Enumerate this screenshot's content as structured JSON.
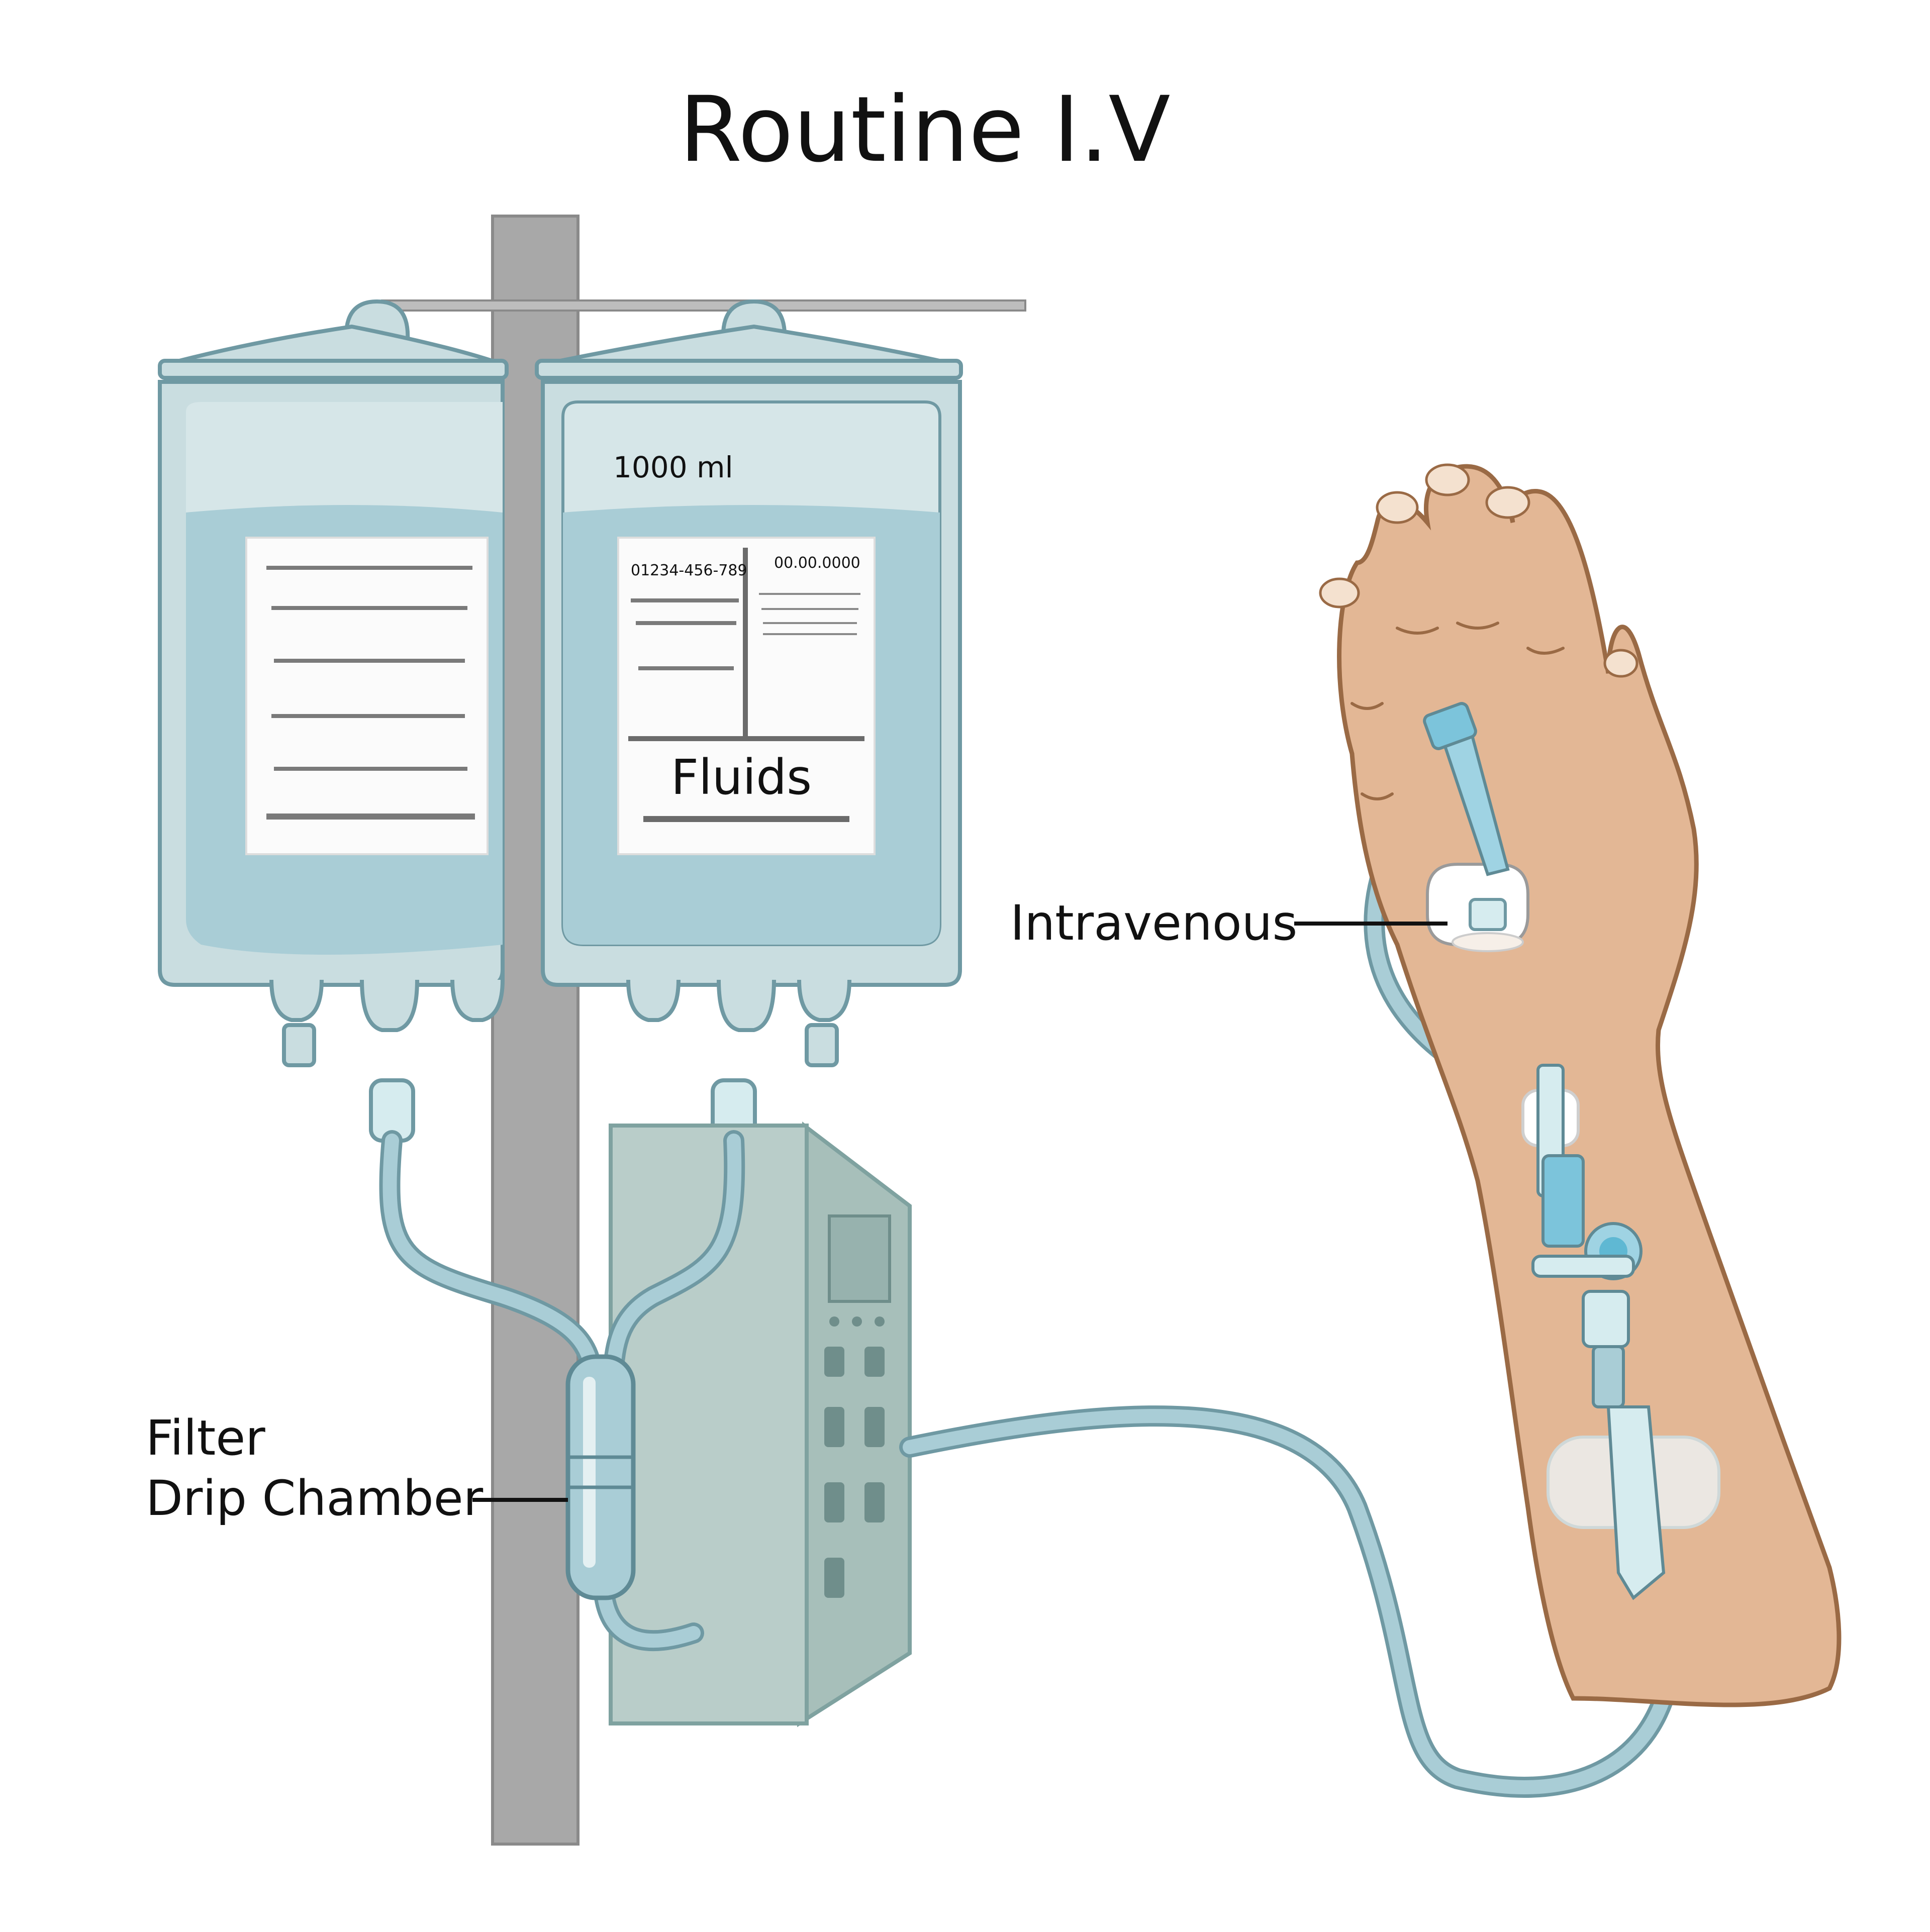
{
  "title": "Routine I.V",
  "labels": {
    "filter_line1": "Filter",
    "filter_line2": "Drip Chamber",
    "intravenous": "Intravenous"
  },
  "bag_label": {
    "volume": "1000 ml",
    "code": "01234-456-789",
    "date": "00.00.0000",
    "contents": "Fluids"
  },
  "colors": {
    "bag_fill": "#c9dde0",
    "fluid": "#a9cdd6",
    "bag_outline": "#6f99a3",
    "pole": "#a8a8a8",
    "pump": "#b9cdc9",
    "pump_outline": "#7fa2a0",
    "tubing": "#8fb9c4",
    "skin": "#e3b795",
    "skin_outline": "#9a6a45"
  }
}
